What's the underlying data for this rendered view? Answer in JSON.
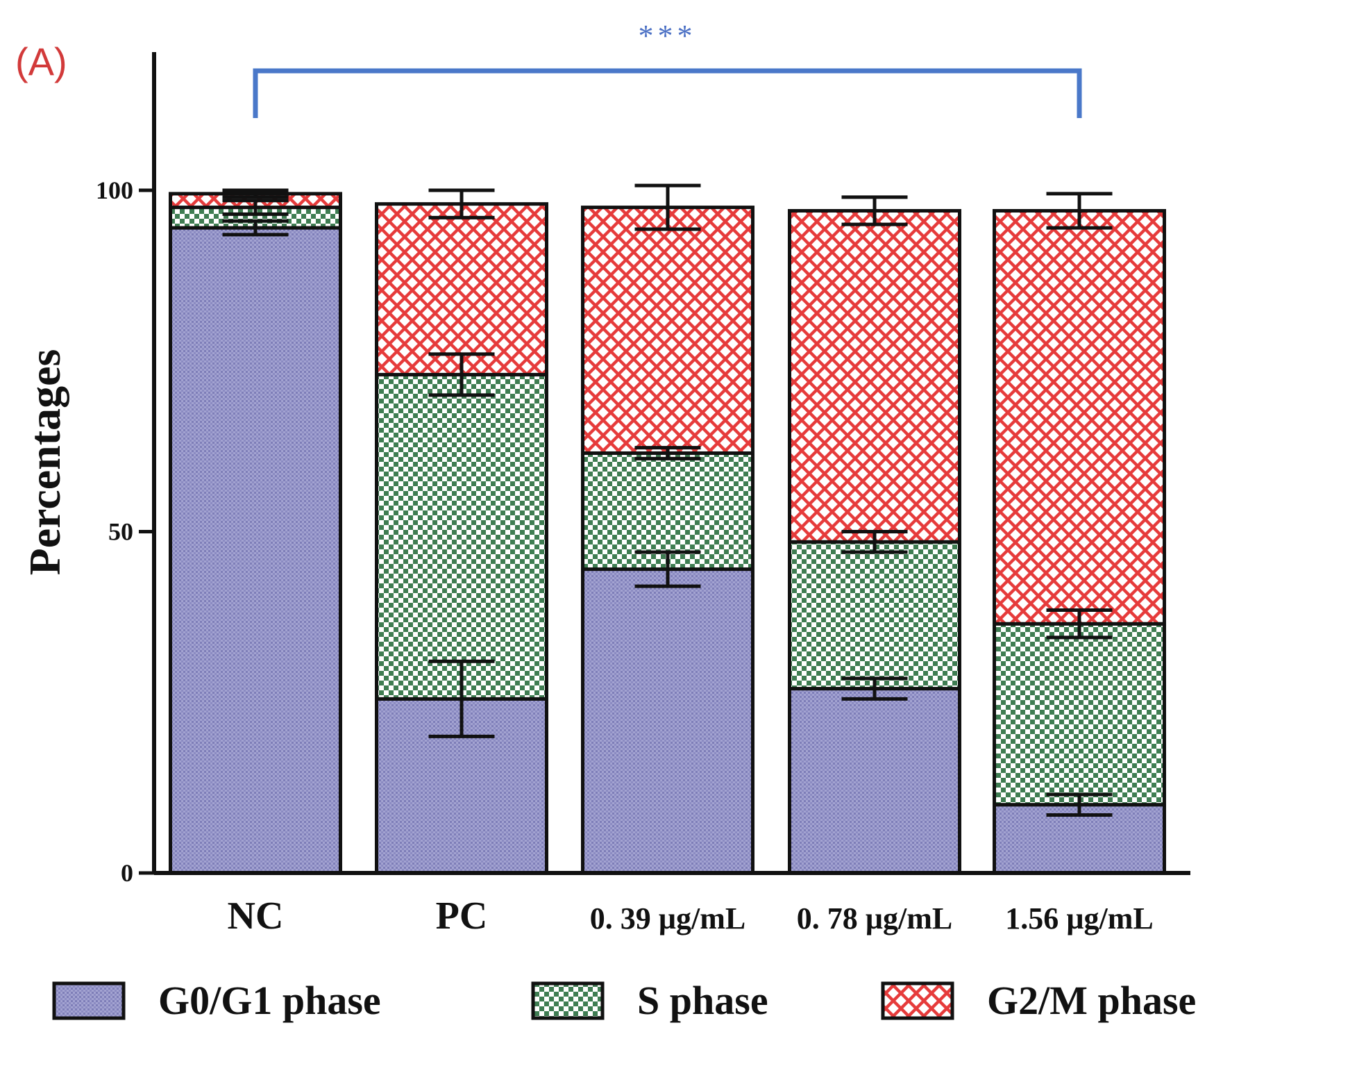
{
  "panel_label": "(A)",
  "significance": "***",
  "colors": {
    "g0g1_fill": "#9c9ccc",
    "s_fill": "#3f7d52",
    "g2m_fill": "#e63b3b",
    "bracket": "#4a78c9"
  },
  "chart_data": {
    "type": "bar",
    "stacked": true,
    "title": "",
    "xlabel": "",
    "ylabel": "Percentages",
    "ylim": [
      0,
      100
    ],
    "yticks": [
      0,
      50,
      100
    ],
    "categories": [
      "NC",
      "PC",
      "0. 39 µg/mL",
      "0. 78 µg/mL",
      "1.56 µg/mL"
    ],
    "series": [
      {
        "name": "G0/G1 phase",
        "pattern": "dots",
        "values": [
          94.5,
          25.5,
          44.5,
          27.0,
          10.0
        ],
        "errors": [
          1.0,
          5.5,
          2.5,
          1.5,
          1.5
        ]
      },
      {
        "name": "S phase",
        "pattern": "checker",
        "values": [
          3.0,
          47.5,
          17.0,
          21.5,
          26.5
        ],
        "errors": [
          1.0,
          3.0,
          0.8,
          1.5,
          2.0
        ]
      },
      {
        "name": "G2/M phase",
        "pattern": "crosshatch",
        "values": [
          2.0,
          25.0,
          36.0,
          48.5,
          60.5
        ],
        "errors": [
          0.5,
          2.0,
          3.2,
          2.0,
          2.5
        ]
      }
    ],
    "annotations": [
      {
        "text": "***",
        "from": "NC",
        "to": "1.56 µg/mL"
      }
    ],
    "legend": "bottom",
    "grid": false
  }
}
